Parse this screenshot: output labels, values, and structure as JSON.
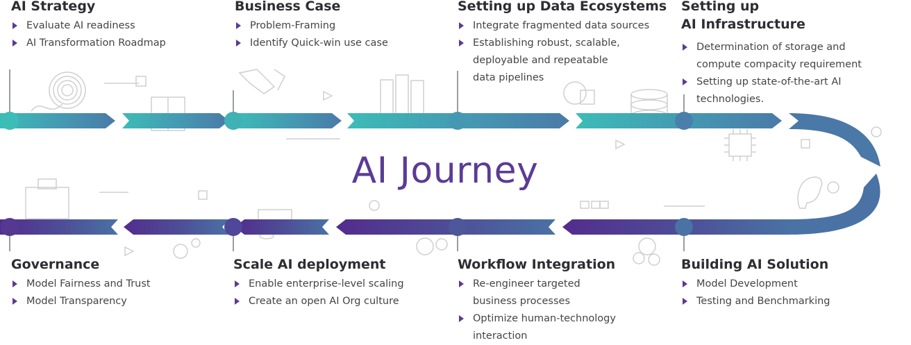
{
  "title": "AI Journey",
  "colors": {
    "teal": "#3cbcb6",
    "blue": "#4a7fab",
    "purple": "#553990",
    "bullet": "#5a3b93",
    "title_text": "#5b3b96",
    "icon_gray": "#c9c9c9"
  },
  "stages": [
    {
      "title_lines": [
        "AI Strategy"
      ],
      "bullets": [
        [
          "Evaluate AI readiness"
        ],
        [
          "AI Transformation Roadmap"
        ]
      ]
    },
    {
      "title_lines": [
        "Business Case"
      ],
      "bullets": [
        [
          "Problem-Framing"
        ],
        [
          "Identify Quick-win use case"
        ]
      ]
    },
    {
      "title_lines": [
        "Setting up Data Ecosystems"
      ],
      "bullets": [
        [
          "Integrate fragmented data sources"
        ],
        [
          "Establishing robust, scalable,",
          "deployable and repeatable",
          "data pipelines"
        ]
      ]
    },
    {
      "title_lines": [
        "Setting up",
        "AI Infrastructure"
      ],
      "bullets": [
        [
          "Determination of storage and",
          "compute compacity requirement"
        ],
        [
          "Setting up state-of-the-art AI technologies."
        ]
      ]
    },
    {
      "title_lines": [
        "Building AI Solution"
      ],
      "bullets": [
        [
          "Model Development"
        ],
        [
          "Testing and Benchmarking"
        ]
      ]
    },
    {
      "title_lines": [
        "Workflow Integration"
      ],
      "bullets": [
        [
          "Re-engineer targeted",
          "business processes"
        ],
        [
          "Optimize human-technology",
          "interaction"
        ]
      ]
    },
    {
      "title_lines": [
        "Scale AI deployment"
      ],
      "bullets": [
        [
          "Enable enterprise-level scaling"
        ],
        [
          "Create an open AI Org culture"
        ]
      ]
    },
    {
      "title_lines": [
        "Governance"
      ],
      "bullets": [
        [
          "Model Fairness and Trust"
        ],
        [
          "Model Transparency"
        ]
      ]
    }
  ]
}
